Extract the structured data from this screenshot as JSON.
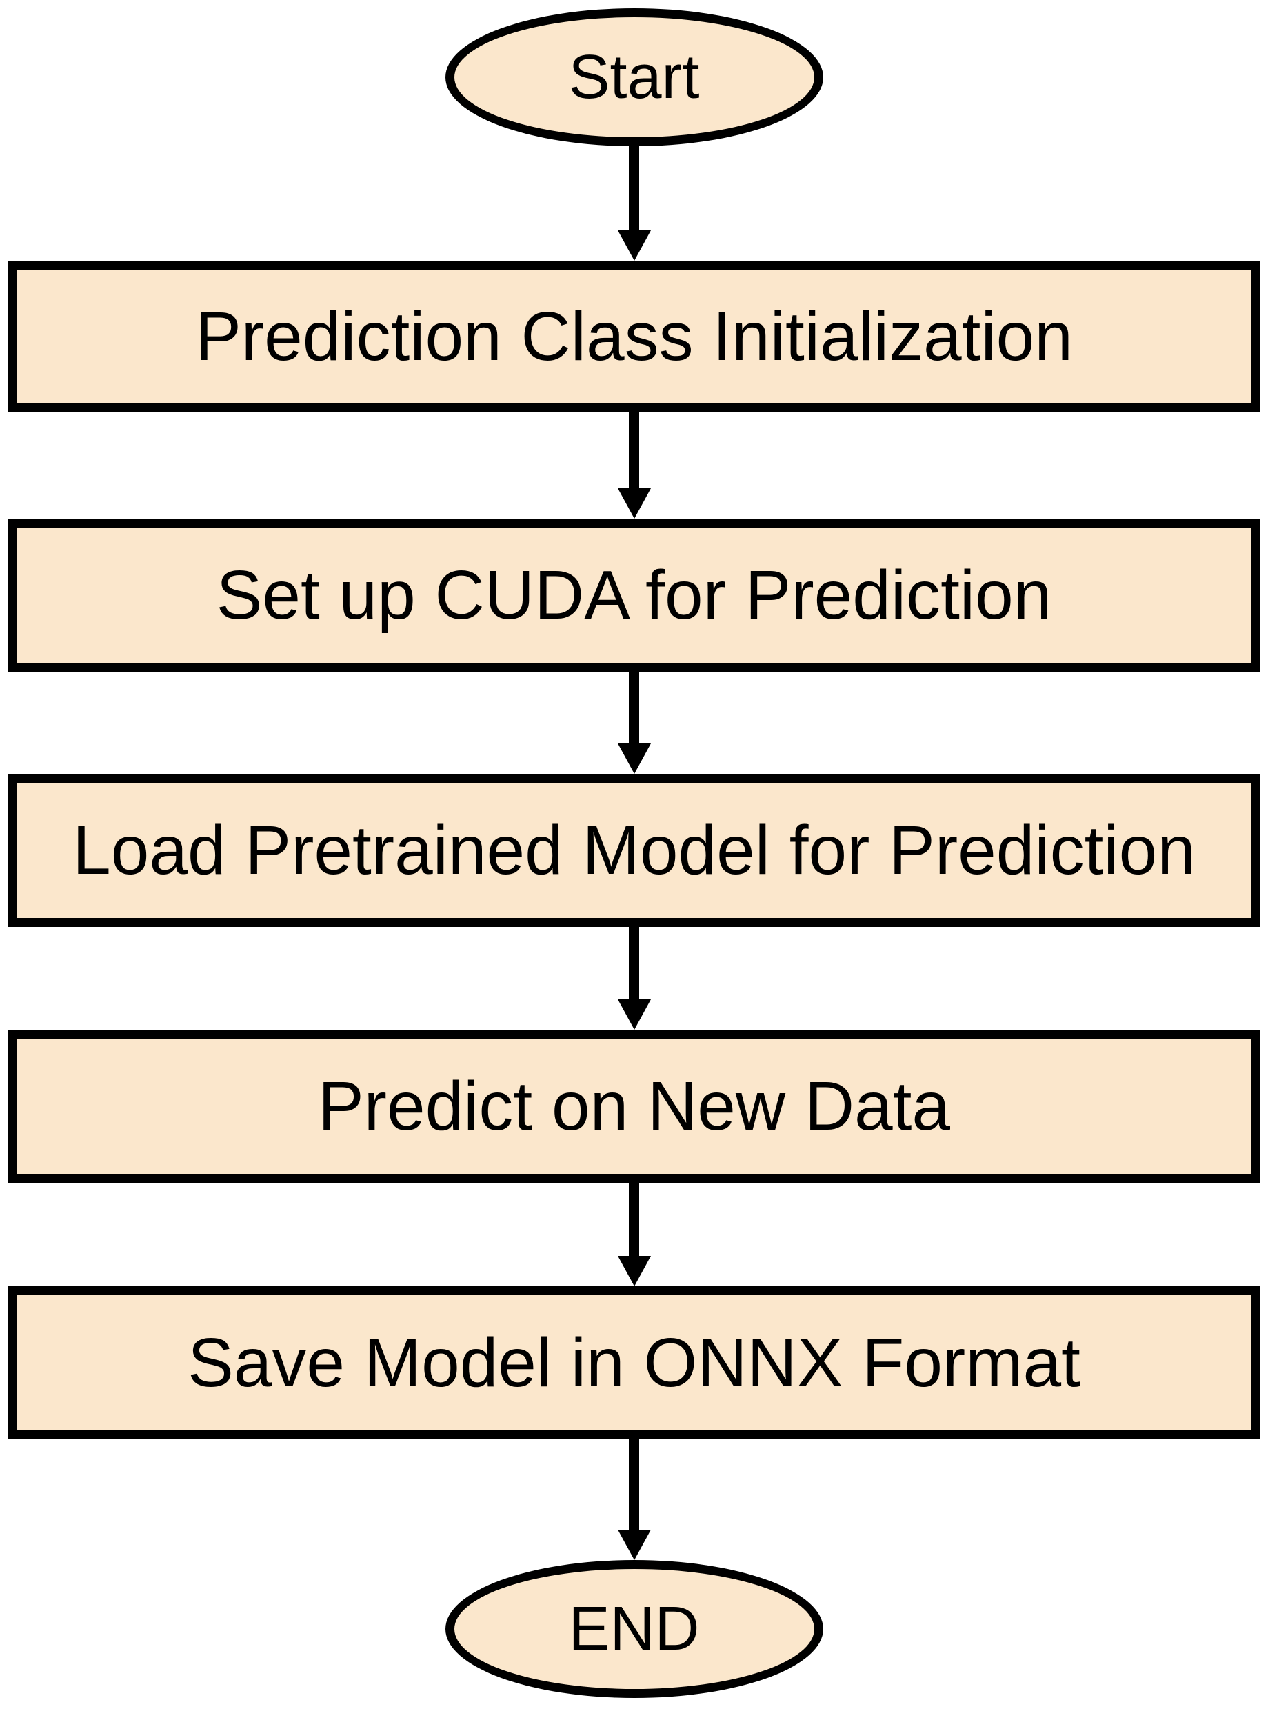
{
  "diagram": {
    "type": "flowchart",
    "colors": {
      "node_fill": "#FBE7CC",
      "node_stroke": "#000000",
      "arrow": "#000000",
      "text": "#000000",
      "background": "#FFFFFF"
    },
    "nodes": [
      {
        "id": "start",
        "shape": "ellipse",
        "label": "Start"
      },
      {
        "id": "step-1",
        "shape": "process",
        "label": "Prediction Class Initialization"
      },
      {
        "id": "step-2",
        "shape": "process",
        "label": "Set up CUDA for Prediction"
      },
      {
        "id": "step-3",
        "shape": "process",
        "label": "Load Pretrained Model for Prediction"
      },
      {
        "id": "step-4",
        "shape": "process",
        "label": "Predict on New Data"
      },
      {
        "id": "step-5",
        "shape": "process",
        "label": "Save Model in ONNX Format"
      },
      {
        "id": "end",
        "shape": "ellipse",
        "label": "END"
      }
    ],
    "edges": [
      {
        "from": "start",
        "to": "step-1",
        "direction": "down"
      },
      {
        "from": "step-1",
        "to": "step-2",
        "direction": "down"
      },
      {
        "from": "step-2",
        "to": "step-3",
        "direction": "down"
      },
      {
        "from": "step-3",
        "to": "step-4",
        "direction": "down"
      },
      {
        "from": "step-4",
        "to": "step-5",
        "direction": "down"
      },
      {
        "from": "step-5",
        "to": "end",
        "direction": "down"
      }
    ]
  }
}
